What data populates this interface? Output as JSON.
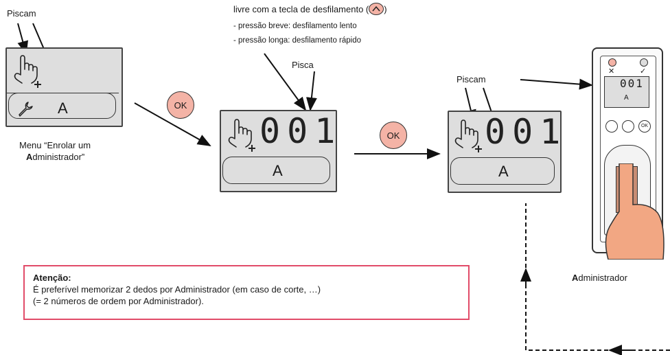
{
  "labels": {
    "piscam_1": "Piscam",
    "header_line1": "livre com a tecla de desfilamento (",
    "header_line1_end": ")",
    "short_press": "- pressão breve: desfilamento lento",
    "long_press": "- pressão longa: desfilamento rápido",
    "pisca": "Pisca",
    "piscam_2": "Piscam",
    "menu_label_1": "Menu “Enrolar um",
    "menu_label_2_bold": "A",
    "menu_label_2_rest": "dministrador”",
    "administrador_bold": "A",
    "administrador_rest": "dministrador"
  },
  "screens": {
    "screen1_letter": "A",
    "screen2_number": "001",
    "screen2_letter": "A",
    "screen3_number": "001",
    "screen3_letter": "A"
  },
  "buttons": {
    "ok1": "OK",
    "ok2": "OK"
  },
  "device": {
    "cross_label": "✕",
    "check_label": "✓",
    "mini_number": "001",
    "mini_letter": "A",
    "ok_label": "OK"
  },
  "warning": {
    "title": "Atenção:",
    "line1": "É preferível memorizar 2 dedos por Administrador (em caso de corte, …)",
    "line2": "(= 2 números de ordem por Administrador)."
  },
  "colors": {
    "accent_salmon": "#f4b3a6",
    "warning_border": "#e14b68",
    "lcd_bg": "#dedede",
    "finger_skin": "#f2a783"
  }
}
